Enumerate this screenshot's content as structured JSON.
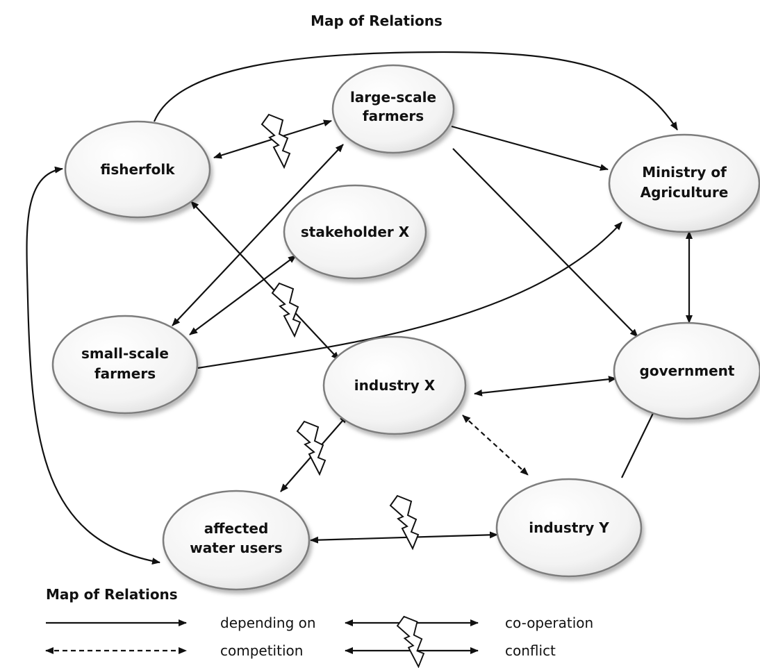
{
  "title": "Map of Relations",
  "nodes": {
    "fisherfolk": [
      "fisherfolk"
    ],
    "large_scale_farmers": [
      "large-scale",
      "farmers"
    ],
    "ministry_of_agriculture": [
      "Ministry of",
      "Agriculture"
    ],
    "stakeholder_x": [
      "stakeholder X"
    ],
    "small_scale_farmers": [
      "small-scale",
      "farmers"
    ],
    "industry_x": [
      "industry X"
    ],
    "government": [
      "government"
    ],
    "affected_water_users": [
      "affected",
      "water users"
    ],
    "industry_y": [
      "industry Y"
    ]
  },
  "relations": [
    {
      "from": "fisherfolk",
      "to": "large-scale farmers",
      "type": "conflict"
    },
    {
      "from": "fisherfolk",
      "to": "Ministry of Agriculture",
      "type": "depending on"
    },
    {
      "from": "fisherfolk",
      "to": "industry X",
      "type": "conflict"
    },
    {
      "from": "fisherfolk",
      "to": "affected water users",
      "type": "co-operation"
    },
    {
      "from": "large-scale farmers",
      "to": "Ministry of Agriculture",
      "type": "depending on"
    },
    {
      "from": "large-scale farmers",
      "to": "government",
      "type": "depending on"
    },
    {
      "from": "small-scale farmers",
      "to": "large-scale farmers",
      "type": "co-operation"
    },
    {
      "from": "small-scale farmers",
      "to": "stakeholder X",
      "type": "co-operation"
    },
    {
      "from": "small-scale farmers",
      "to": "Ministry of Agriculture",
      "type": "depending on"
    },
    {
      "from": "Ministry of Agriculture",
      "to": "government",
      "type": "co-operation"
    },
    {
      "from": "industry X",
      "to": "government",
      "type": "co-operation"
    },
    {
      "from": "industry X",
      "to": "industry Y",
      "type": "competition"
    },
    {
      "from": "industry X",
      "to": "affected water users",
      "type": "conflict"
    },
    {
      "from": "affected water users",
      "to": "industry Y",
      "type": "conflict"
    },
    {
      "from": "industry Y",
      "to": "government",
      "type": "depending on"
    }
  ],
  "legend": {
    "title": "Map of Relations",
    "depending_on": "depending on",
    "co_operation": "co-operation",
    "competition": "competition",
    "conflict": "conflict"
  }
}
